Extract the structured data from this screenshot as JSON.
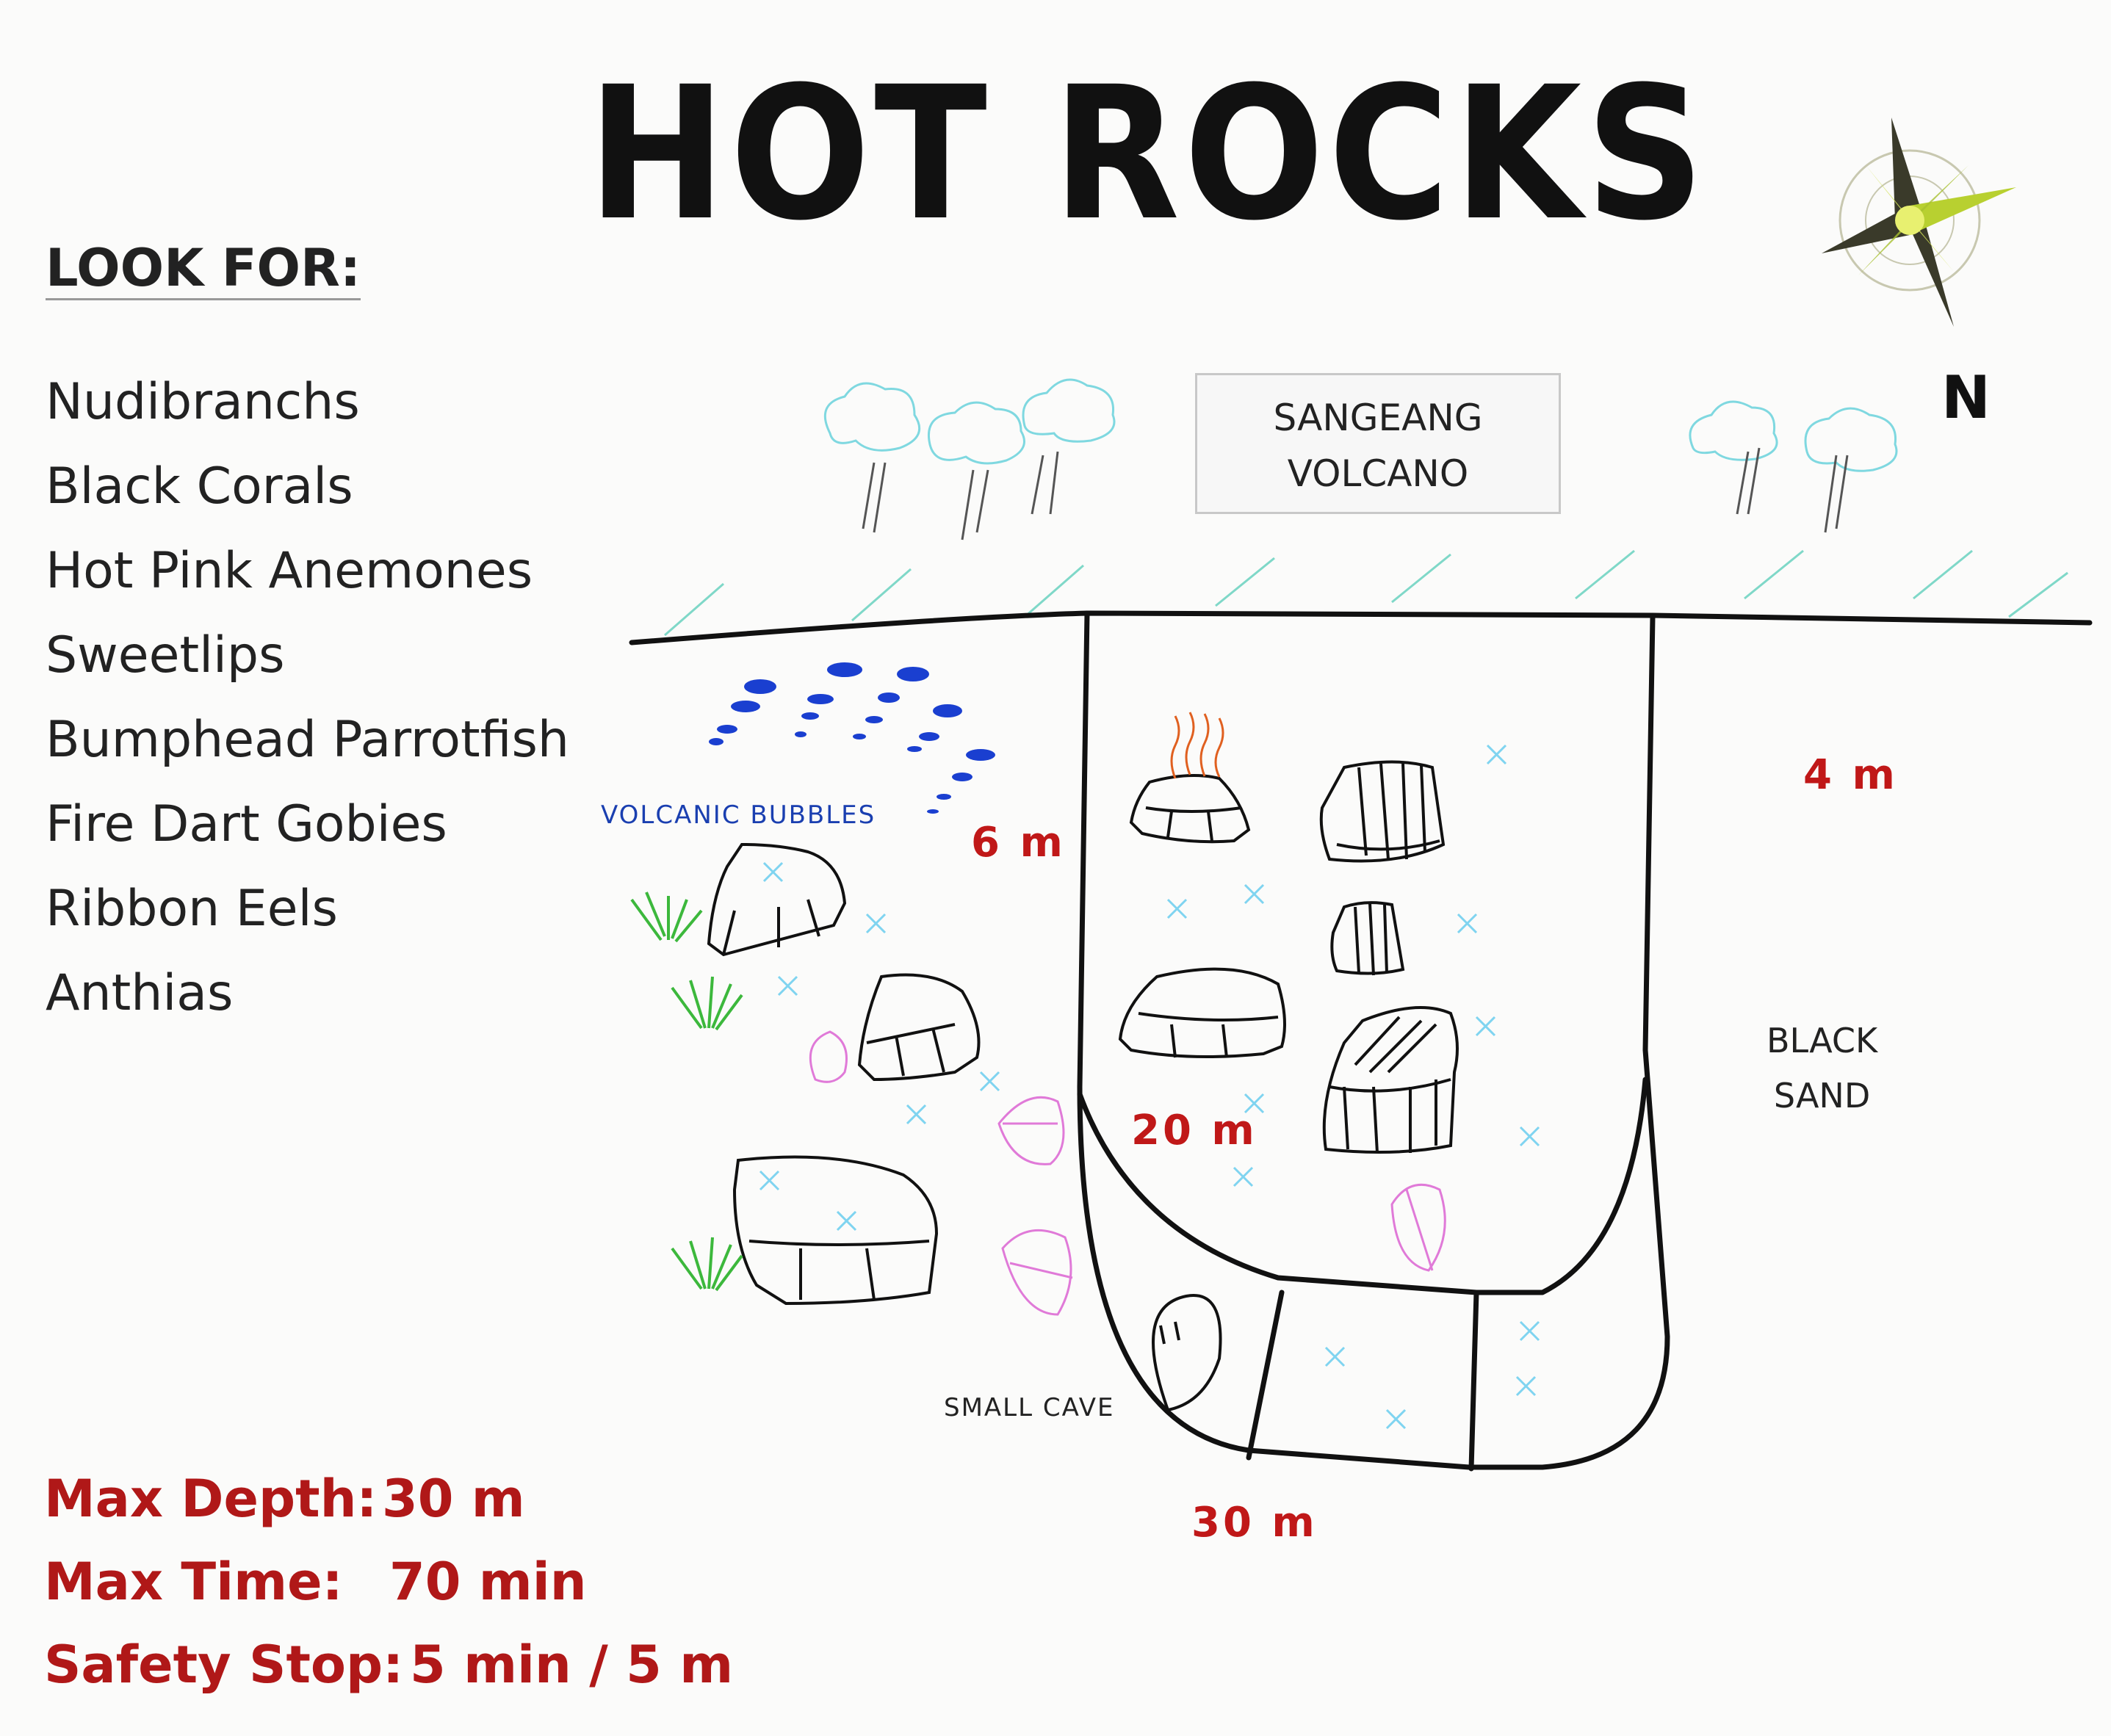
{
  "title": "HOT ROCKS",
  "look_for": {
    "heading": "LOOK FOR:",
    "items": [
      "Nudibranchs",
      "Black Corals",
      "Hot Pink Anemones",
      "Sweetlips",
      "Bumphead Parrotfish",
      "Fire Dart Gobies",
      "Ribbon Eels",
      "Anthias"
    ]
  },
  "dive_info": {
    "max_depth_label": "Max Depth:",
    "max_depth_value": "30 m",
    "max_time_label": "Max Time:",
    "max_time_value": "70 min",
    "safety_stop_label": "Safety Stop:",
    "safety_stop_value": "5 min / 5 m"
  },
  "map": {
    "volcano_label_line1": "SANGEANG",
    "volcano_label_line2": "VOLCANO",
    "north_label": "N",
    "bubbles_label": "VOLCANIC BUBBLES",
    "cave_label": "SMALL CAVE",
    "sand_label_line1": "BLACK",
    "sand_label_line2": "SAND",
    "depths": {
      "d6": "6 m",
      "d4": "4 m",
      "d20": "20 m",
      "d30": "30 m"
    }
  },
  "colors": {
    "depth_text": "#c01818",
    "bubbles": "#1a3fd0",
    "grass": "#3cb83c",
    "star_marks": "#7fd4f0",
    "anemones": "#e07ad8",
    "compass": "#b8d030"
  },
  "icons": [
    "compass-rose-icon",
    "tree-icon",
    "rock-icon",
    "grass-icon",
    "anemone-icon",
    "bubble-icon",
    "heat-vent-icon",
    "cave-icon"
  ]
}
